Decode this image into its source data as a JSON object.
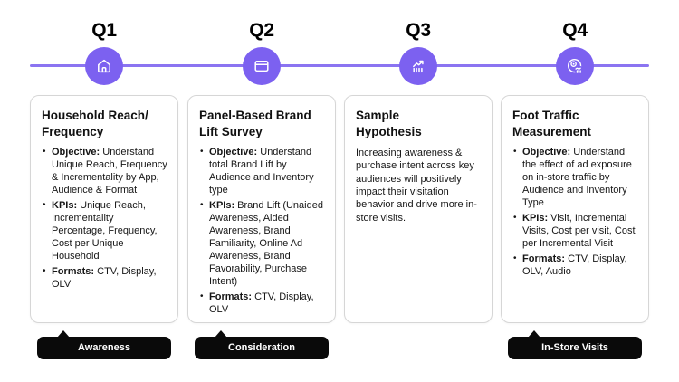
{
  "colors": {
    "accent_purple_circle": "#7C61F0",
    "accent_purple_line": "#8B74F1",
    "card_border": "#D6D6D6",
    "pill_background": "#0A0A0A",
    "pill_text": "#FFFFFF",
    "text": "#161616",
    "background": "#FFFFFF"
  },
  "timeline": {
    "quarters": [
      {
        "label": "Q1",
        "icon": "home-icon"
      },
      {
        "label": "Q2",
        "icon": "browser-window-icon"
      },
      {
        "label": "Q3",
        "icon": "trend-chart-icon"
      },
      {
        "label": "Q4",
        "icon": "store-visit-analytics-icon"
      }
    ]
  },
  "cards": [
    {
      "title": "Household Reach/\nFrequency",
      "bullets": [
        {
          "label": "Objective:",
          "text": " Understand Unique Reach, Frequency & Incrementality by App, Audience & Format"
        },
        {
          "label": "KPIs:",
          "text": " Unique Reach, Incrementality Percentage, Frequency, Cost per Unique Household"
        },
        {
          "label": "Formats:",
          "text": " CTV, Display, OLV"
        }
      ],
      "tag": "Awareness"
    },
    {
      "title": "Panel-Based Brand\nLift Survey",
      "bullets": [
        {
          "label": "Objective:",
          "text": " Understand total Brand Lift by Audience and Inventory type"
        },
        {
          "label": "KPIs:",
          "text": " Brand Lift (Unaided Awareness, Aided Awareness, Brand Familiarity, Online Ad Awareness, Brand Favorability, Purchase Intent)"
        },
        {
          "label": "Formats:",
          "text": " CTV, Display, OLV"
        }
      ],
      "tag": "Consideration"
    },
    {
      "title": "Sample\nHypothesis",
      "paragraph": "Increasing awareness & purchase intent across key audiences will positively impact their visitation behavior and drive more in-store visits.",
      "tag": null
    },
    {
      "title": "Foot Traffic\nMeasurement",
      "bullets": [
        {
          "label": "Objective:",
          "text": " Understand the effect of ad exposure on in-store traffic by Audience and Inventory Type"
        },
        {
          "label": "KPIs:",
          "text": " Visit, Incremental Visits, Cost per visit, Cost per Incremental Visit"
        },
        {
          "label": "Formats:",
          "text": " CTV, Display, OLV, Audio"
        }
      ],
      "tag": "In-Store Visits"
    }
  ]
}
